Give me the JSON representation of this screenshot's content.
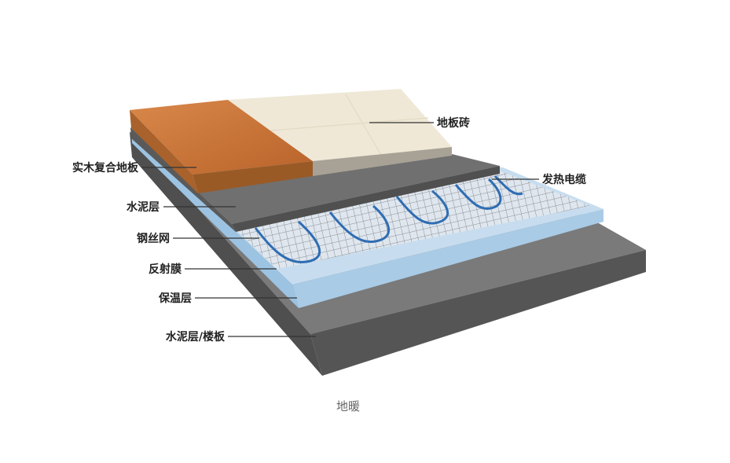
{
  "diagram": {
    "title": "地暖",
    "labels": {
      "wood_floor": "实木复合地板",
      "cement_upper": "水泥层",
      "steel_mesh": "钢丝网",
      "reflective_film": "反射膜",
      "insulation": "保温层",
      "cement_slab": "水泥层/楼板",
      "tile": "地板砖",
      "heating_cable": "发热电缆"
    },
    "colors": {
      "wood": "#c8743a",
      "tile": "#efe8d6",
      "cement": "#6f6f6f",
      "insulation": "#b9d5ea",
      "cable": "#2f6db3"
    }
  }
}
